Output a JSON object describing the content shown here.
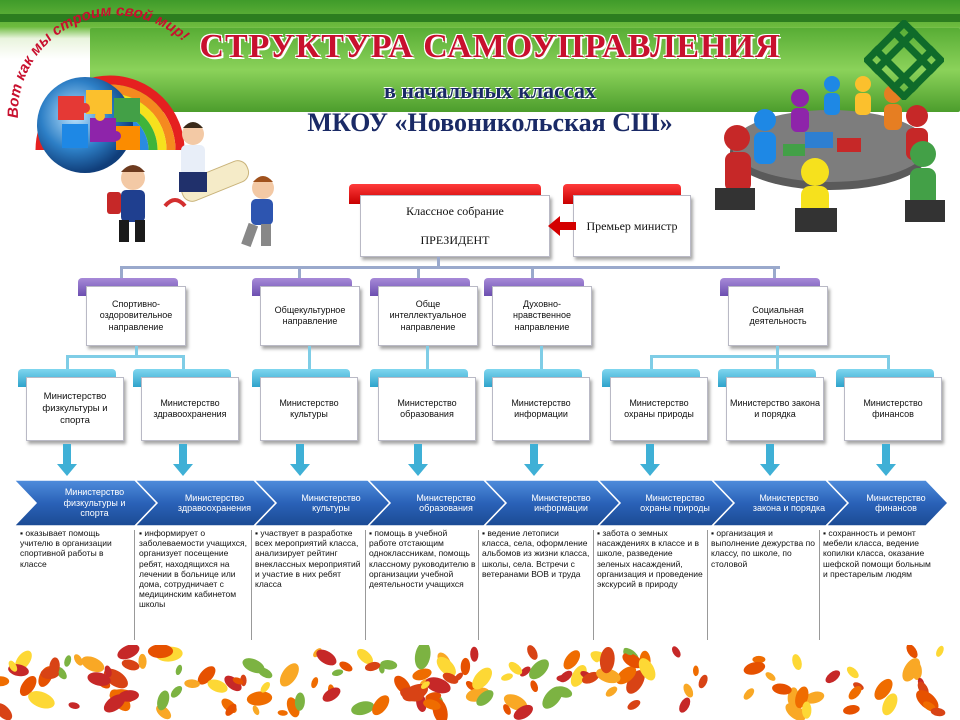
{
  "header": {
    "title": "СТРУКТУРА САМОУПРАВЛЕНИЯ",
    "subtitle": "в начальных классах",
    "school": "МКОУ «Новоникольская СШ»",
    "arc_text": "Вот как мы строим свой мир!"
  },
  "top": {
    "assembly": "Классное собрание",
    "president": "ПРЕЗИДЕНТ",
    "premier": "Премьер министр"
  },
  "directions": [
    "Спортивно-оздоровительное направление",
    "Общекультурное направление",
    "Обще интеллектуальное направление",
    "Духовно-нравственное направление",
    "Социальная деятельность"
  ],
  "ministries": [
    "Министерство физкультуры и спорта",
    "Министерство здравоохранения",
    "Министерство культуры",
    "Министерство образования",
    "Министерство информации",
    "Министерство охраны природы",
    "Министерство закона и порядка",
    "Министерство финансов"
  ],
  "duties": [
    [
      "оказывает помощь учителю в организации спортивной работы в классе"
    ],
    [
      "информирует о заболеваемости учащихся, организует посещение ребят, находящихся на лечении в больнице или дома, сотрудничает с медицинским кабинетом школы"
    ],
    [
      "участвует в разработке всех мероприятий класса, анализирует рейтинг внеклассных мероприятий и участие в них ребят класса"
    ],
    [
      "помощь в учебной работе отстающим одноклассникам, помощь классному руководителю в организации учебной деятельности учащихся"
    ],
    [
      "ведение летописи класса, села, оформление альбомов из жизни класса, школы, села. Встречи с ветеранами ВОВ и труда"
    ],
    [
      "забота о земных насаждениях в классе и в школе, разведение зеленых насаждений, организация и проведение экскурсий в природу"
    ],
    [
      "организация и выполнение дежурства по классу, по школе, по столовой"
    ],
    [
      "сохранность и ремонт мебели класса, ведение копилки класса, оказание шефской помощи больным и престарелым людям"
    ]
  ],
  "colors": {
    "accent_red": "#c8102e",
    "navy": "#1a2a66",
    "header_green": "#58ad35",
    "ribbon_blue": "#2a62b8",
    "direction_purple": "#7b5cc0",
    "ministry_teal": "#3fb0d6"
  },
  "icons": [
    "rainbow-globe-icon",
    "puzzle-icon",
    "children-with-scroll-icon",
    "meeting-table-figures-icon",
    "celtic-knot-icon",
    "autumn-leaves-decoration"
  ]
}
